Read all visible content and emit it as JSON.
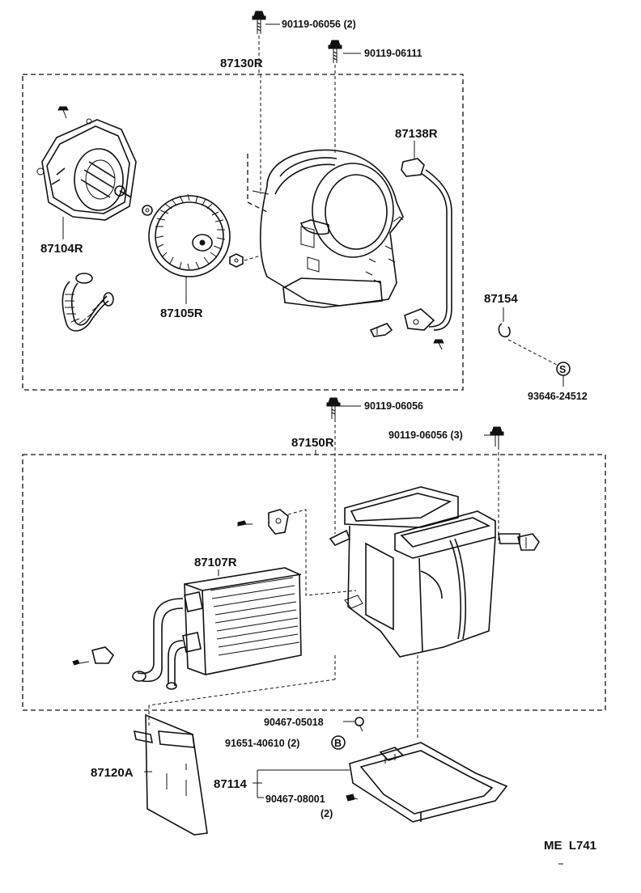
{
  "diagram": {
    "code": "ME  L741",
    "labels": {
      "bolt_top": "90119-06056 (2)",
      "bolt_top2": "90119-06111",
      "blower_assembly": "87130R",
      "motor": "87104R",
      "fan": "87105R",
      "resistor": "87138R",
      "hose": "87154",
      "clamp": "93646-24512",
      "clamp_symbol": "S",
      "bolt_mid": "90119-06056",
      "bolt_mid3": "90119-06056 (3)",
      "heater_assembly": "87150R",
      "core": "87107R",
      "screw1": "90467-05018",
      "clip": "91651-40610 (2)",
      "clip_symbol": "B",
      "plate": "87120A",
      "cover": "87114",
      "screw2": "90467-08001",
      "screw2_qty": "(2)"
    }
  }
}
